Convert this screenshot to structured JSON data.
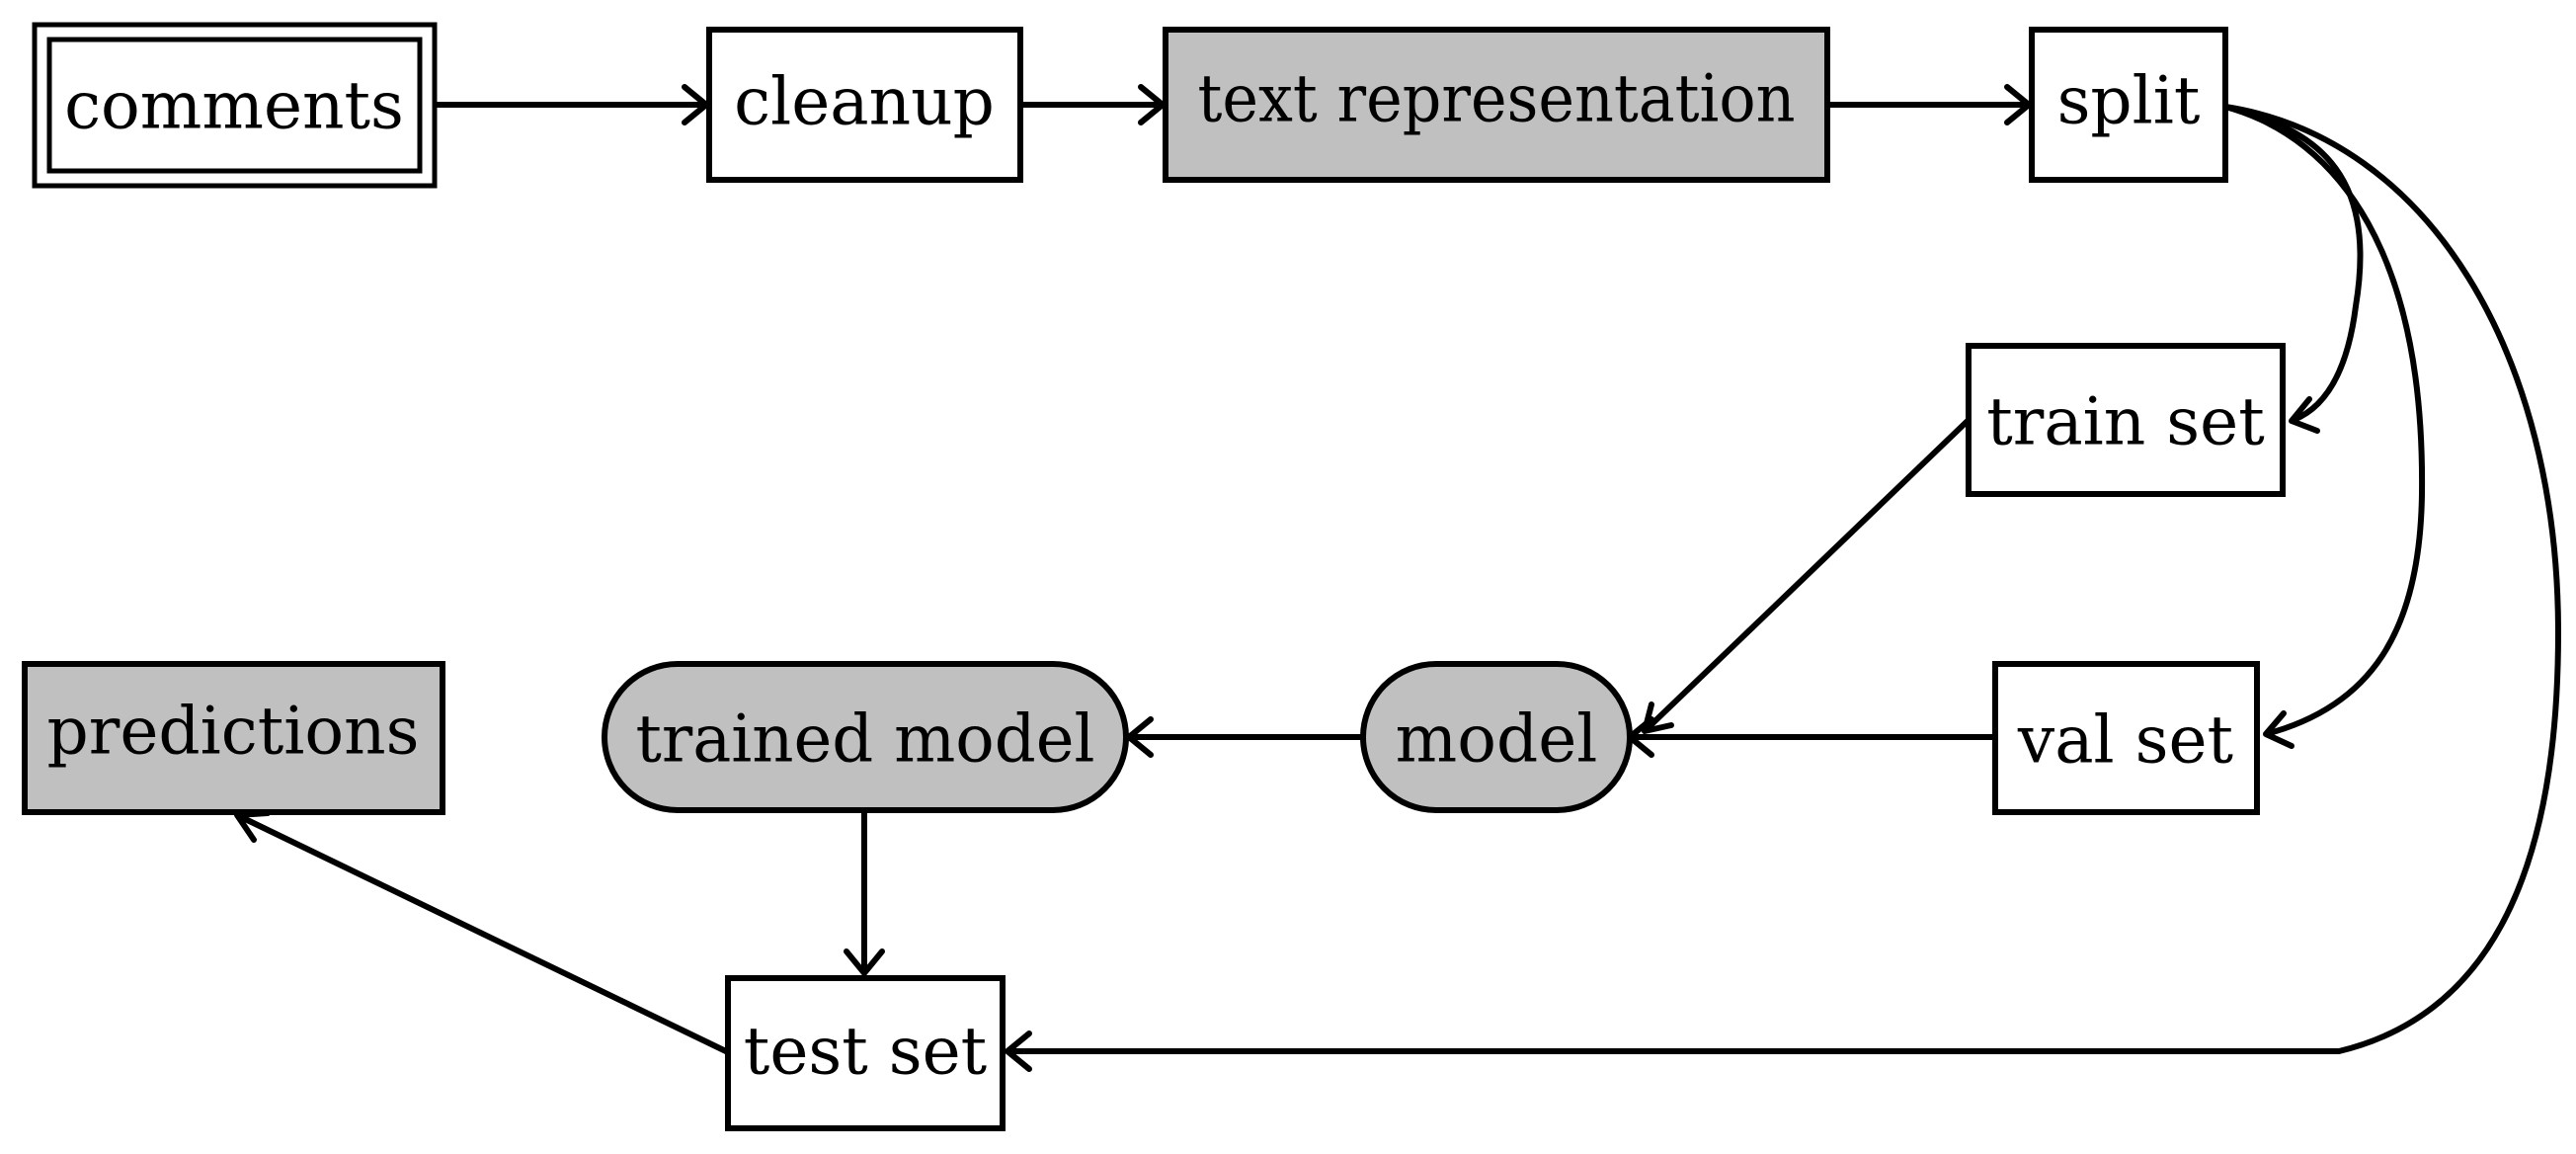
{
  "diagram": {
    "colors": {
      "shaded_fill": "#c0c0c0",
      "plain_fill": "#ffffff",
      "stroke": "#000000"
    },
    "nodes": {
      "comments": "comments",
      "cleanup": "cleanup",
      "text_representation": "text representation",
      "split": "split",
      "train_set": "train set",
      "val_set": "val set",
      "model": "model",
      "trained_model": "trained model",
      "predictions": "predictions",
      "test_set": "test set"
    },
    "edges": [
      {
        "from": "comments",
        "to": "cleanup"
      },
      {
        "from": "cleanup",
        "to": "text representation"
      },
      {
        "from": "text representation",
        "to": "split"
      },
      {
        "from": "split",
        "to": "train set"
      },
      {
        "from": "split",
        "to": "val set"
      },
      {
        "from": "split",
        "to": "test set"
      },
      {
        "from": "train set",
        "to": "model"
      },
      {
        "from": "val set",
        "to": "model"
      },
      {
        "from": "model",
        "to": "trained model"
      },
      {
        "from": "trained model",
        "to": "test set"
      },
      {
        "from": "test set",
        "to": "predictions"
      }
    ]
  }
}
